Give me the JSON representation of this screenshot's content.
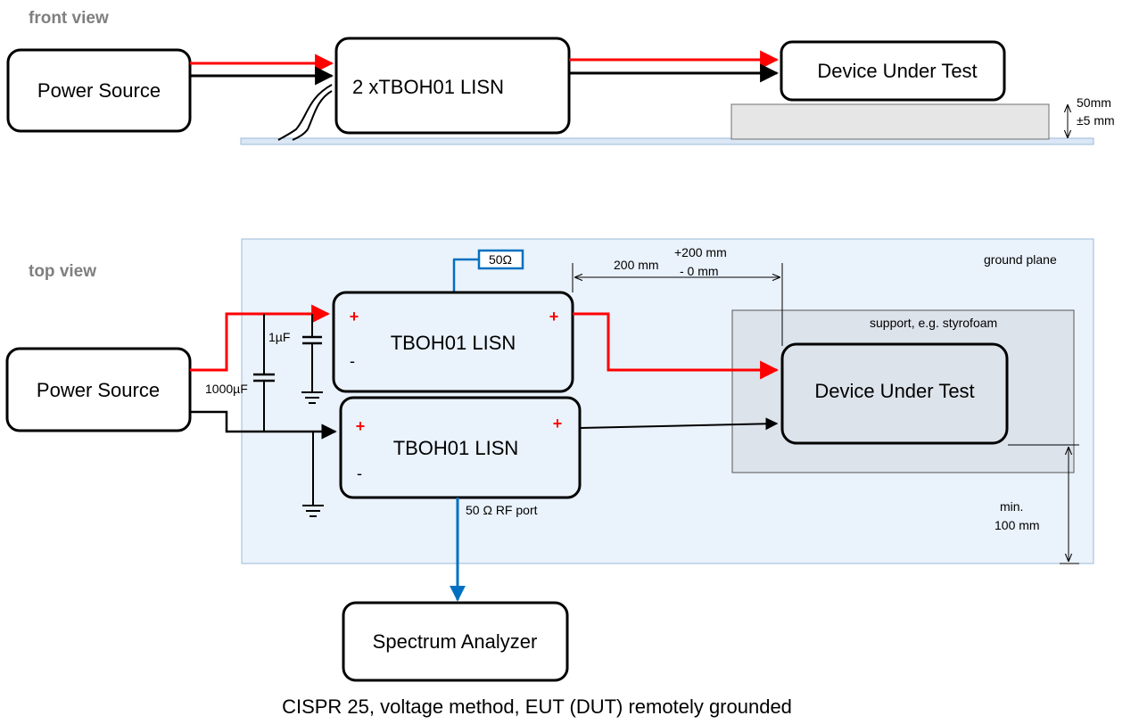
{
  "front_view": {
    "heading": "front view",
    "power_source": "Power Source",
    "lisn": "2 xTBOH01 LISN",
    "dut": "Device Under Test",
    "height_label_1": "50mm",
    "height_label_2": "±5 mm"
  },
  "top_view": {
    "heading": "top view",
    "ground_plane": "ground plane",
    "support": "support, e.g. styrofoam",
    "termination": "50Ω",
    "distance_main": "200 mm",
    "distance_tol_plus": "+200 mm",
    "distance_tol_minus": "- 0 mm",
    "power_source": "Power Source",
    "lisn_top": "TBOH01 LISN",
    "lisn_bottom": "TBOH01 LISN",
    "dut": "Device Under Test",
    "cap_small": "1µF",
    "cap_large": "1000µF",
    "plus": "+",
    "minus": "-",
    "rf_port": "50 Ω RF port",
    "min_label_1": "min.",
    "min_label_2": "100 mm",
    "spectrum_analyzer": "Spectrum Analyzer"
  },
  "caption": "CISPR 25, voltage method, EUT (DUT) remotely grounded",
  "colors": {
    "positive_wire": "#ff0000",
    "negative_wire": "#000000",
    "rf_wire": "#0070c0",
    "ground_plane_fill": "#eaf2fb",
    "ground_plane_stroke": "#9bbbd9",
    "support_fill": "#dde3eb",
    "view_heading": "#7f7f7f"
  }
}
